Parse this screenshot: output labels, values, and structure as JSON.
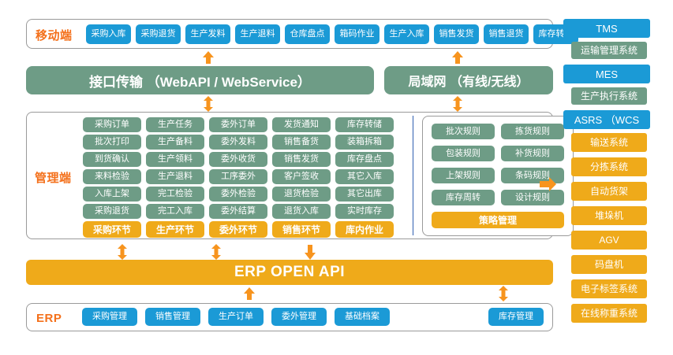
{
  "colors": {
    "blue": "#1B9AD6",
    "green": "#6E9C86",
    "orange": "#EFAA1A",
    "arrow_orange": "#F7941E",
    "label_orange": "#F4701B"
  },
  "mobile": {
    "label": "移动端",
    "items": [
      "采购入库",
      "采购退货",
      "生产发料",
      "生产退料",
      "仓库盘点",
      "箱码作业",
      "生产入库",
      "销售发货",
      "销售退货",
      "库存转储"
    ]
  },
  "transport": {
    "interface_bar": "接口传输 （WebAPI / WebService）",
    "lan_bar": "局域网 （有线/无线）"
  },
  "management": {
    "label": "管理端",
    "columns": [
      {
        "items": [
          "采购订单",
          "批次打印",
          "到货确认",
          "来料检验",
          "入库上架",
          "采购退货"
        ],
        "footer": "采购环节"
      },
      {
        "items": [
          "生产任务",
          "生产备料",
          "生产领料",
          "生产退料",
          "完工检验",
          "完工入库"
        ],
        "footer": "生产环节"
      },
      {
        "items": [
          "委外订单",
          "委外发料",
          "委外收货",
          "工序委外",
          "委外检验",
          "委外结算"
        ],
        "footer": "委外环节"
      },
      {
        "items": [
          "发货通知",
          "销售备货",
          "销售发货",
          "客户签收",
          "退货检验",
          "退货入库"
        ],
        "footer": "销售环节"
      },
      {
        "items": [
          "库存转储",
          "装箱拆箱",
          "库存盘点",
          "其它入库",
          "其它出库",
          "实时库存"
        ],
        "footer": "库内作业"
      }
    ],
    "strategy": {
      "rules": [
        "批次规则",
        "拣货规则",
        "包装规则",
        "补货规则",
        "上架规则",
        "条码规则",
        "库存周转",
        "设计规则"
      ],
      "footer": "策略管理"
    }
  },
  "openapi": {
    "title": "ERP  OPEN API"
  },
  "erp": {
    "label": "ERP",
    "items": [
      "采购管理",
      "销售管理",
      "生产订单",
      "委外管理",
      "基础档案"
    ],
    "stock": "库存管理"
  },
  "right_column": {
    "groups": [
      {
        "head": "TMS",
        "sub": "运输管理系统"
      },
      {
        "head": "MES",
        "sub": "生产执行系统"
      }
    ],
    "wcs": {
      "head": "ASRS （WCS",
      "items": [
        "输送系统",
        "分拣系统",
        "自动货架",
        "堆垛机",
        "AGV",
        "码盘机",
        "电子标签系统",
        "在线称重系统"
      ]
    }
  },
  "arrows": {
    "icon_up": "arrow-up",
    "icon_down": "arrow-down",
    "icon_updown": "arrow-up-down",
    "icon_right": "arrow-right"
  }
}
